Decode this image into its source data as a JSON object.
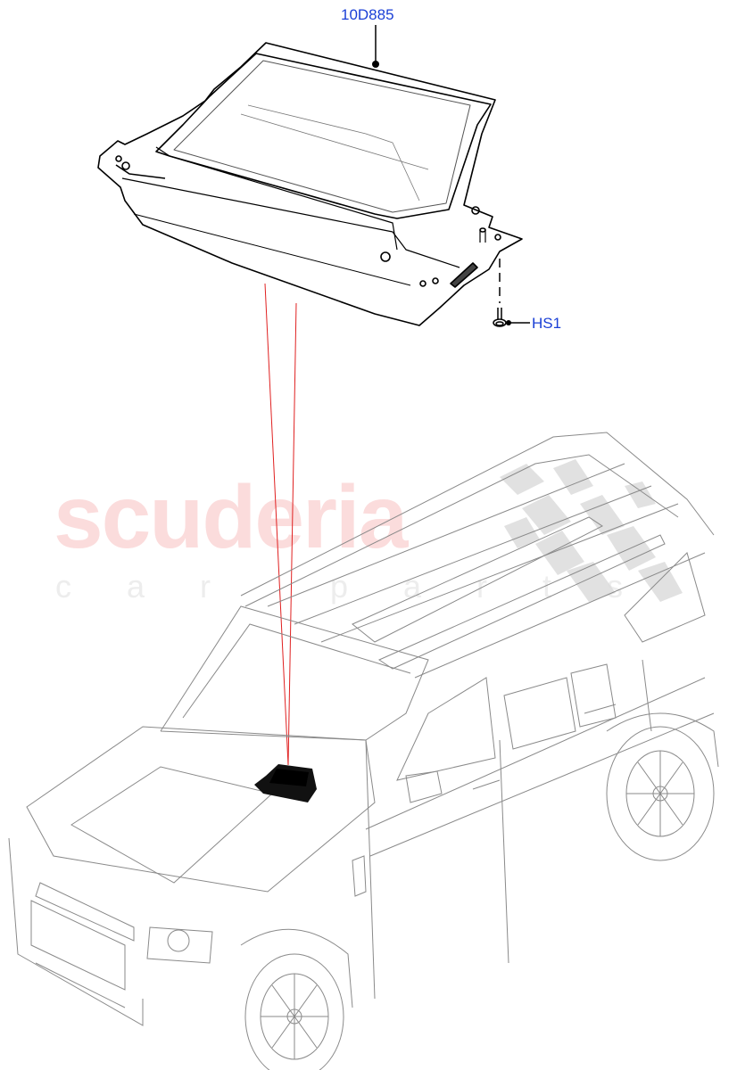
{
  "diagram": {
    "type": "exploded-parts-diagram",
    "subject": "Head-up display unit and vehicle location view",
    "callouts": [
      {
        "id": "part-10D885",
        "label": "10D885",
        "color": "#1a3fd6"
      },
      {
        "id": "part-HS1",
        "label": "HS1",
        "color": "#1a3fd6"
      }
    ],
    "leader_line_color": "#e02020",
    "line_color": "#8a8a8a"
  },
  "watermark": {
    "main": "scuderia",
    "sub": "car parts",
    "main_color": "#fbdcdc",
    "sub_color": "#ededed",
    "checker_color": "#dcdcdc"
  }
}
